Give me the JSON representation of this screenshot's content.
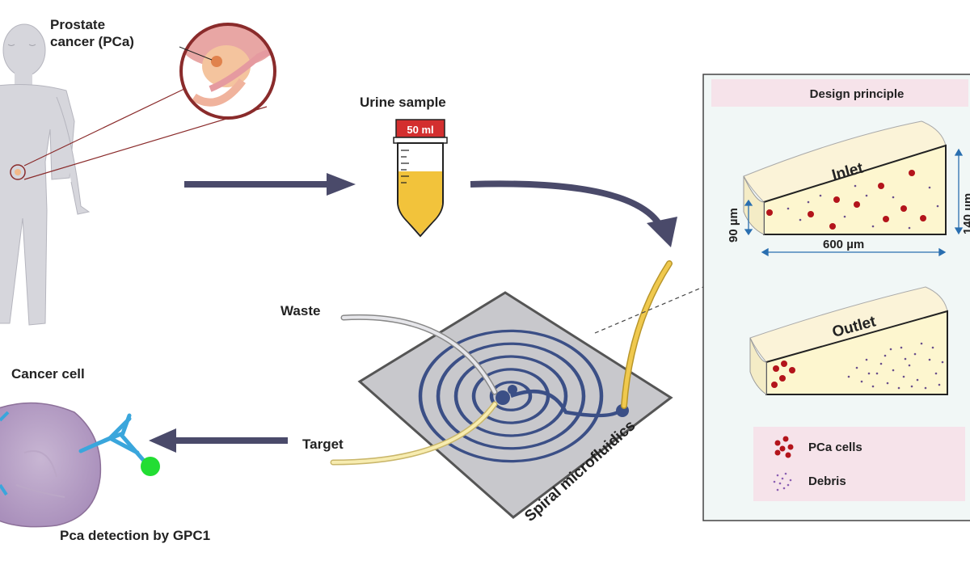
{
  "labels": {
    "prostate_cancer_line1": "Prostate",
    "prostate_cancer_line2": "cancer (PCa)",
    "urine_sample": "Urine sample",
    "tube_volume": "50 ml",
    "waste": "Waste",
    "target": "Target",
    "spiral": "Spiral microfluidics",
    "cancer_cell": "Cancer cell",
    "detection": "Pca detection by GPC1"
  },
  "design_panel": {
    "title": "Design principle",
    "inlet": "Inlet",
    "outlet": "Outlet",
    "height_left": "90 µm",
    "height_right": "140 µm",
    "width": "600 µm",
    "legend": [
      {
        "label": "PCa cells",
        "color": "#b3141b"
      },
      {
        "label": "Debris",
        "color": "#8b5fb3"
      }
    ]
  },
  "colors": {
    "arrow": "#4a4a6a",
    "body": "#d6d6dc",
    "prostate_ring": "#8a2b2b",
    "urine": "#f2c33b",
    "chip": "#c8c8cc",
    "spiral": "#3b4f86",
    "panel_bg": "#f1f7f6",
    "panel_title_bg": "#f6e3ea",
    "channel_fill": "#fdf6cf",
    "cell_body": "#b7a3c3",
    "antibody": "#3aa6dc",
    "tag": "#22dd33"
  }
}
